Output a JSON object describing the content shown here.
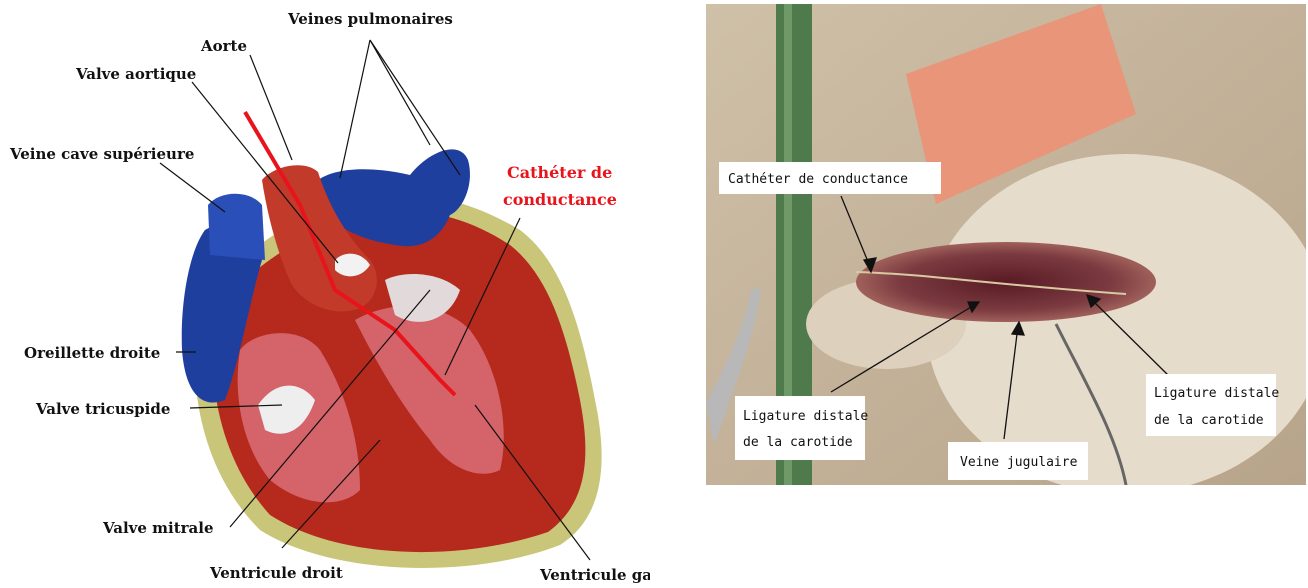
{
  "heart_diagram": {
    "labels": {
      "veines_pulmonaires": "Veines pulmonaires",
      "aorte": "Aorte",
      "valve_aortique": "Valve aortique",
      "veine_cave": "Veine cave supérieure",
      "catheter_line1": "Cathéter de",
      "catheter_line2": "conductance",
      "oreillette": "Oreillette droite",
      "valve_tricuspide": "Valve tricuspide",
      "valve_mitrale": "Valve mitrale",
      "ventricule_droit": "Ventricule droit",
      "ventricule_gauche": "Ventricule gauche"
    },
    "colors": {
      "catheter": "#e8141b",
      "vessel_blue": "#1f3f9e",
      "muscle_red": "#b52a1c",
      "fat_yellow": "#c9c67a"
    }
  },
  "photo": {
    "labels": {
      "catheter": "Cathéter de conductance",
      "ligature_left_line1": "Ligature distale",
      "ligature_left_line2": "de la carotide",
      "veine_jugulaire": "Veine jugulaire",
      "ligature_right_line1": "Ligature distale",
      "ligature_right_line2": "de la carotide"
    }
  }
}
